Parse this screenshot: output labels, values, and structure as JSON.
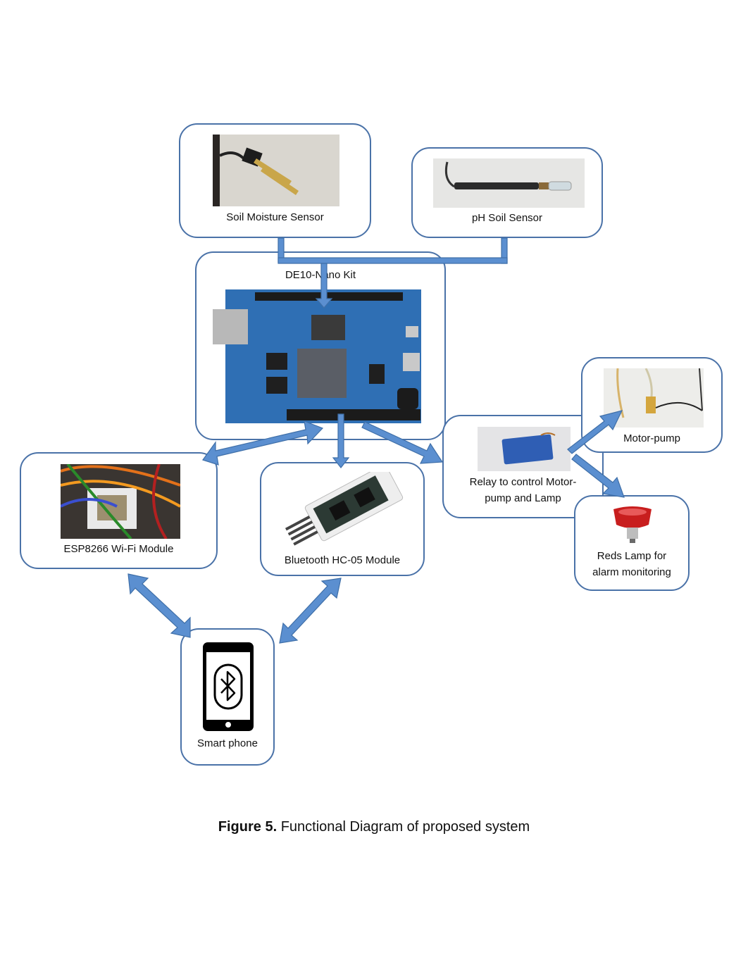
{
  "nodes": {
    "soil_moisture": {
      "label": "Soil Moisture Sensor"
    },
    "ph_soil": {
      "label": "pH Soil Sensor"
    },
    "de10": {
      "label": "DE10-Nano Kit"
    },
    "esp8266": {
      "label": "ESP8266 Wi-Fi Module"
    },
    "bluetooth": {
      "label": "Bluetooth HC-05 Module"
    },
    "relay": {
      "label_line1": "Relay to control Motor-",
      "label_line2": "pump and Lamp"
    },
    "motor_pump": {
      "label": "Motor-pump"
    },
    "red_lamp": {
      "label_line1": "Reds Lamp for",
      "label_line2": "alarm monitoring"
    },
    "smartphone": {
      "label": "Smart phone"
    }
  },
  "caption": {
    "prefix": "Figure 5.",
    "text": "Functional Diagram of proposed system"
  },
  "colors": {
    "border": "#4a72a8",
    "arrow": "#5b8fd0",
    "arrow_outline": "#3f6fa8"
  }
}
